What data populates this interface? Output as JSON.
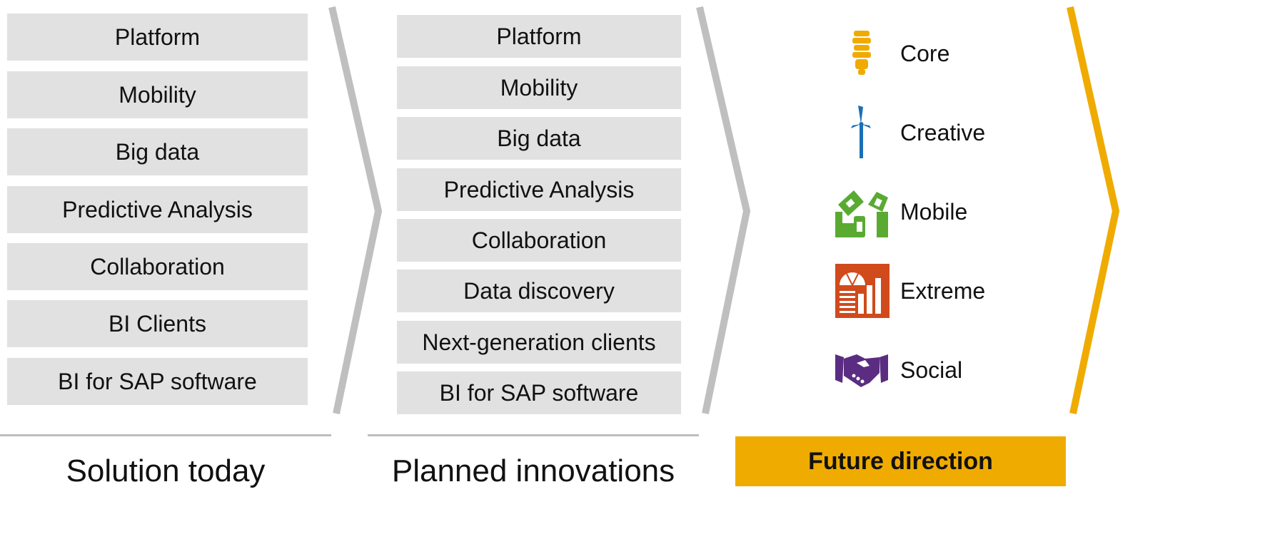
{
  "columns": {
    "solution_today": {
      "items": [
        "Platform",
        "Mobility",
        "Big data",
        "Predictive Analysis",
        "Collaboration",
        "BI Clients",
        "BI for SAP software"
      ],
      "caption": "Solution today"
    },
    "planned_innovations": {
      "items": [
        "Platform",
        "Mobility",
        "Big data",
        "Predictive Analysis",
        "Collaboration",
        "Data discovery",
        "Next-generation clients",
        "BI for SAP software"
      ],
      "caption": "Planned innovations"
    },
    "future_direction": {
      "items": [
        {
          "label": "Core",
          "icon": "lightbulb-icon"
        },
        {
          "label": "Creative",
          "icon": "wind-turbine-icon"
        },
        {
          "label": "Mobile",
          "icon": "mobile-devices-icon"
        },
        {
          "label": "Extreme",
          "icon": "analytics-chart-icon"
        },
        {
          "label": "Social",
          "icon": "handshake-icon"
        }
      ],
      "caption": "Future direction"
    }
  },
  "colors": {
    "box_fill": "#e1e1e1",
    "chevron_gray": "#bfbfbf",
    "accent_gold": "#efab00",
    "core_icon": "#f0ab00",
    "creative_icon": "#1a6fb5",
    "mobile_icon": "#5aaa32",
    "extreme_icon": "#d04a1c",
    "social_icon": "#5a2d82"
  }
}
